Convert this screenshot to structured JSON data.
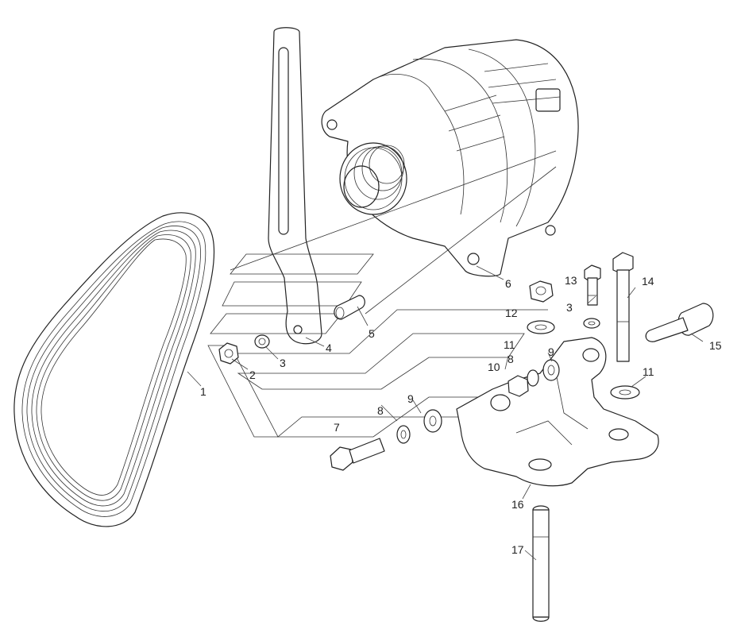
{
  "labels": [
    {
      "id": "1",
      "text": "1"
    },
    {
      "id": "2",
      "text": "2"
    },
    {
      "id": "3a",
      "text": "3"
    },
    {
      "id": "3b",
      "text": "3"
    },
    {
      "id": "4",
      "text": "4"
    },
    {
      "id": "5",
      "text": "5"
    },
    {
      "id": "6",
      "text": "6"
    },
    {
      "id": "7",
      "text": "7"
    },
    {
      "id": "8a",
      "text": "8"
    },
    {
      "id": "8b",
      "text": "8"
    },
    {
      "id": "9a",
      "text": "9"
    },
    {
      "id": "9b",
      "text": "9"
    },
    {
      "id": "10",
      "text": "10"
    },
    {
      "id": "11a",
      "text": "11"
    },
    {
      "id": "11b",
      "text": "11"
    },
    {
      "id": "12",
      "text": "12"
    },
    {
      "id": "13",
      "text": "13"
    },
    {
      "id": "14",
      "text": "14"
    },
    {
      "id": "15",
      "text": "15"
    },
    {
      "id": "16",
      "text": "16"
    },
    {
      "id": "17",
      "text": "17"
    }
  ]
}
